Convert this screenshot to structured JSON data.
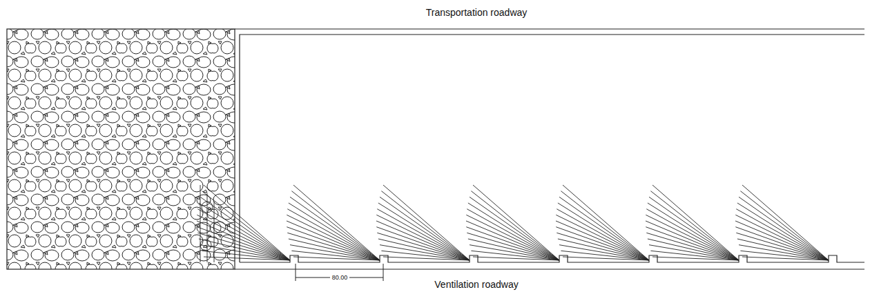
{
  "diagram": {
    "labels": [
      "Transportation roadway",
      "Ventilation roadway",
      "80.00"
    ]
  }
}
